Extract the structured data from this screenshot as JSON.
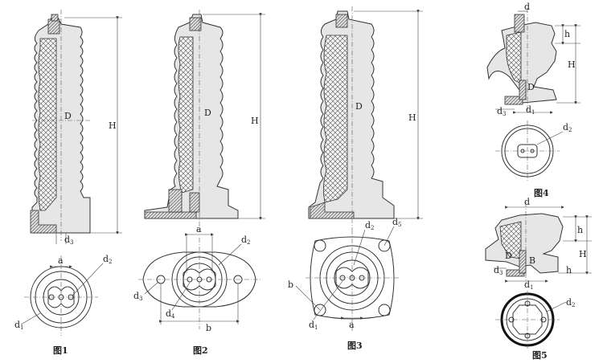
{
  "figures": [
    {
      "caption": "图1",
      "labels": {
        "H": "H",
        "D": "D",
        "d3": "d",
        "d3_sub": "3",
        "a": "a",
        "d2": "d",
        "d2_sub": "2",
        "d1": "d",
        "d1_sub": "1"
      }
    },
    {
      "caption": "图2",
      "labels": {
        "H": "H",
        "D": "D",
        "a": "a",
        "b": "b",
        "d2": "d",
        "d2_sub": "2",
        "d3": "d",
        "d3_sub": "3",
        "d4": "d",
        "d4_sub": "4"
      }
    },
    {
      "caption": "图3",
      "labels": {
        "H": "H",
        "D": "D",
        "d2": "d",
        "d2_sub": "2",
        "d5": "d",
        "d5_sub": "5",
        "b": "b",
        "d1": "d",
        "d1_sub": "1",
        "a": "a"
      }
    },
    {
      "caption": "图4",
      "labels": {
        "d": "d",
        "h": "h",
        "H": "H",
        "D": "D",
        "d3": "d",
        "d3_sub": "3",
        "d1": "d",
        "d1_sub": "1",
        "d2": "d",
        "d2_sub": "2"
      }
    },
    {
      "caption": "图5",
      "labels": {
        "d": "d",
        "h": "h",
        "H": "H",
        "D": "D",
        "d3": "d",
        "d3_sub": "3",
        "B": "B",
        "h2": "h",
        "d1": "d",
        "d1_sub": "1",
        "d2": "d",
        "d2_sub": "2"
      }
    }
  ]
}
